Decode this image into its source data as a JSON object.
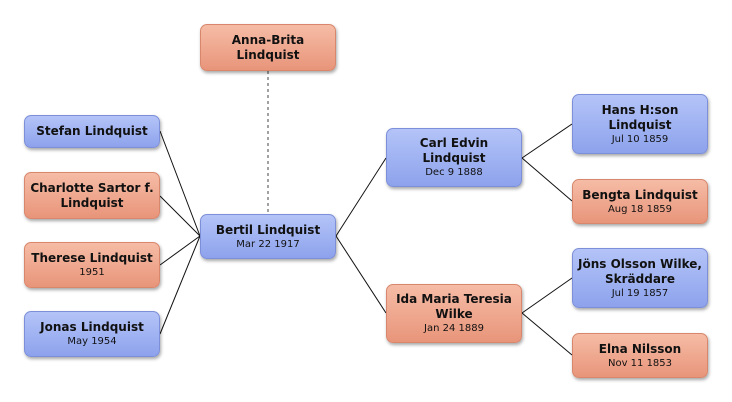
{
  "people": {
    "anna_brita": {
      "name": "Anna-Brita Lindquist",
      "date": ""
    },
    "stefan": {
      "name": "Stefan Lindquist",
      "date": ""
    },
    "charlotte": {
      "name": "Charlotte Sartor f. Lindquist",
      "date": ""
    },
    "therese": {
      "name": "Therese Lindquist",
      "date": "1951"
    },
    "jonas": {
      "name": "Jonas Lindquist",
      "date": "May 1954"
    },
    "bertil": {
      "name": "Bertil Lindquist",
      "date": "Mar 22 1917"
    },
    "carl": {
      "name": "Carl Edvin Lindquist",
      "date": "Dec 9 1888"
    },
    "ida": {
      "name": "Ida Maria Teresia Wilke",
      "date": "Jan 24 1889"
    },
    "hans": {
      "name": "Hans H:son Lindquist",
      "date": "Jul 10 1859"
    },
    "bengta": {
      "name": "Bengta Lindquist",
      "date": "Aug 18 1859"
    },
    "jons": {
      "name": "Jöns Olsson Wilke, Skräddare",
      "date": "Jul 19 1857"
    },
    "elna": {
      "name": "Elna Nilsson",
      "date": "Nov 11 1853"
    }
  },
  "colors": {
    "male_box": "#a2b4f3",
    "female_box": "#f0a98f",
    "line": "#111111"
  }
}
